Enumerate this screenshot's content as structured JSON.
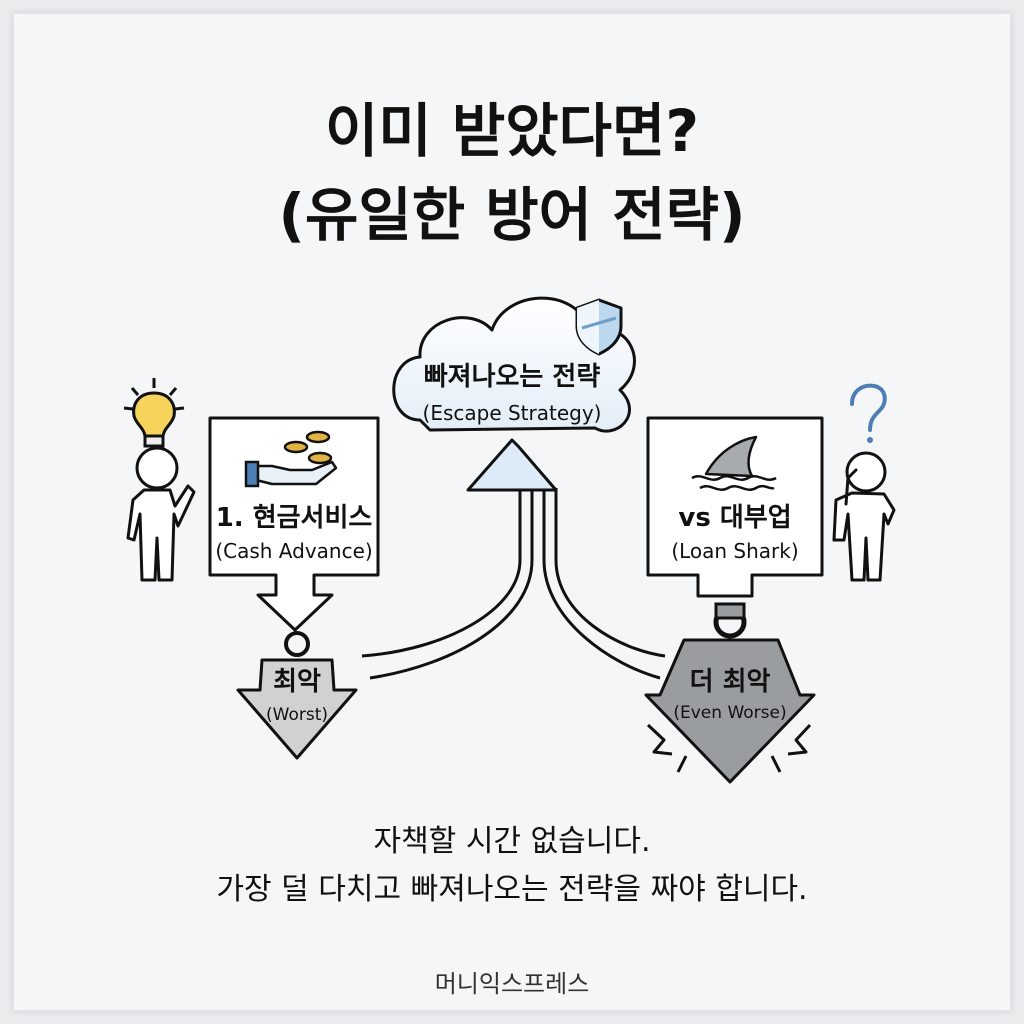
{
  "title": {
    "line1": "이미 받았다면?",
    "line2": "(유일한 방어 전략)"
  },
  "escape": {
    "label": "빠져나오는 전략",
    "sublabel": "(Escape Strategy)"
  },
  "left_box": {
    "label": "1. 현금서비스",
    "sublabel": "(Cash Advance)"
  },
  "right_box": {
    "label": "vs 대부업",
    "sublabel": "(Loan Shark)"
  },
  "left_weight": {
    "label": "최악",
    "sublabel": "(Worst)"
  },
  "right_weight": {
    "label": "더 최악",
    "sublabel": "(Even Worse)"
  },
  "message": {
    "line1": "자책할 시간 없습니다.",
    "line2": "가장 덜 다치고 빠져나오는 전략을 짜야 합니다."
  },
  "brand": "머니익스프레스",
  "icons": {
    "top_cloud": "cloud-icon",
    "shield": "shield-icon",
    "lightbulb": "lightbulb-icon",
    "question": "question-mark-icon",
    "coins": "coins-hand-icon",
    "shark": "shark-fin-icon"
  },
  "colors": {
    "ink": "#111111",
    "cloud_fill": "#ffffff",
    "accent_blue": "#cfe3f3",
    "bulb_yellow": "#f6d35a",
    "coin_gold": "#e0b343",
    "hand_blue": "#4d7fb6",
    "weight_light": "#cfd1d3",
    "weight_dark": "#9a9da0"
  }
}
